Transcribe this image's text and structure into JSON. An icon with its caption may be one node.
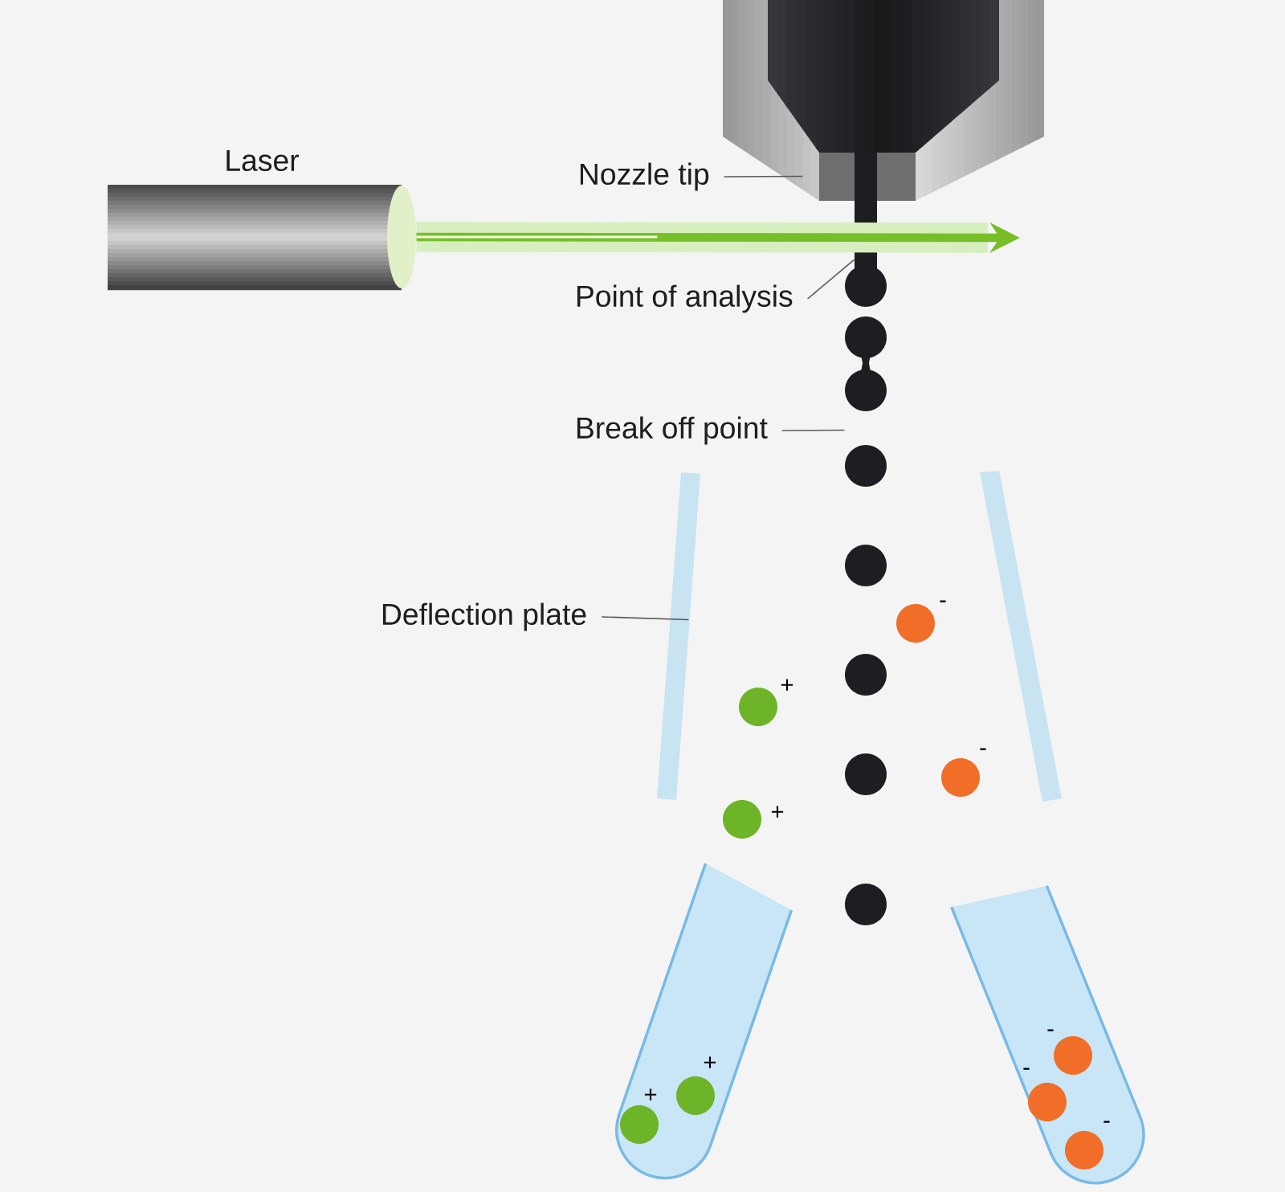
{
  "diagram": {
    "nodes": [
      {
        "text": [],
        "shape": "picture",
        "beside": [
          "Laser"
        ]
      },
      {
        "text": [
          "Nozzle tip"
        ]
      },
      {
        "text": [],
        "shape": "picture"
      },
      {
        "text": [
          "Point of analysis"
        ]
      },
      {
        "text": [],
        "shape": "picture"
      },
      {
        "text": [
          "Break off point"
        ]
      },
      {
        "text": [
          "Deflection plate"
        ]
      },
      {
        "text": [],
        "shape": "bar"
      },
      {
        "text": [],
        "shape": "bar"
      }
    ],
    "edges": [
      {
        "from": 0,
        "to": null,
        "arrow": "to",
        "style": "thick",
        "color": "#78be28"
      },
      {
        "from": 1,
        "to": 2,
        "arrow": "none"
      },
      {
        "from": 3,
        "to": 4,
        "arrow": "none"
      },
      {
        "from": 5,
        "to": 4,
        "arrow": "none"
      },
      {
        "from": 6,
        "to": 7,
        "arrow": "none"
      }
    ],
    "labels": [
      "-",
      "+",
      "-",
      "+",
      "-",
      "+",
      "-",
      "+",
      "-"
    ]
  }
}
